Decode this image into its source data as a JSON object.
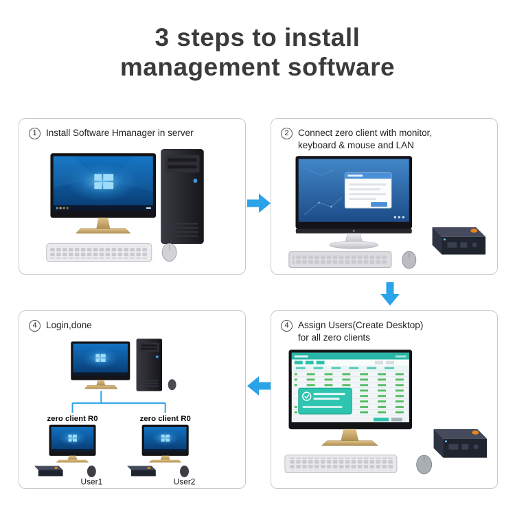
{
  "title": {
    "line1": "3 steps to install",
    "line2": "management software"
  },
  "steps": {
    "install": {
      "number": "1",
      "text": "Install Software Hmanager in server"
    },
    "connect": {
      "number": "2",
      "line1": "Connect zero client with monitor,",
      "line2": "keyboard & mouse and LAN"
    },
    "assign": {
      "number": "4",
      "line1": "Assign Users(Create Desktop)",
      "line2": "for all zero clients"
    },
    "login": {
      "number": "4",
      "text": "Login,done"
    }
  },
  "login_diagram": {
    "client1_label": "zero client R0",
    "client2_label": "zero client R0",
    "user1_label": "User1",
    "user2_label": "User2"
  },
  "colors": {
    "arrow_blue": "#2aa3e8",
    "title_gray": "#3b3b3b",
    "panel_border": "#c9c9c9",
    "windows_blue": "#0f63b0",
    "software_teal": "#2cc2ae",
    "device_orange": "#e8831f",
    "stand_gold": "#c9a768"
  }
}
